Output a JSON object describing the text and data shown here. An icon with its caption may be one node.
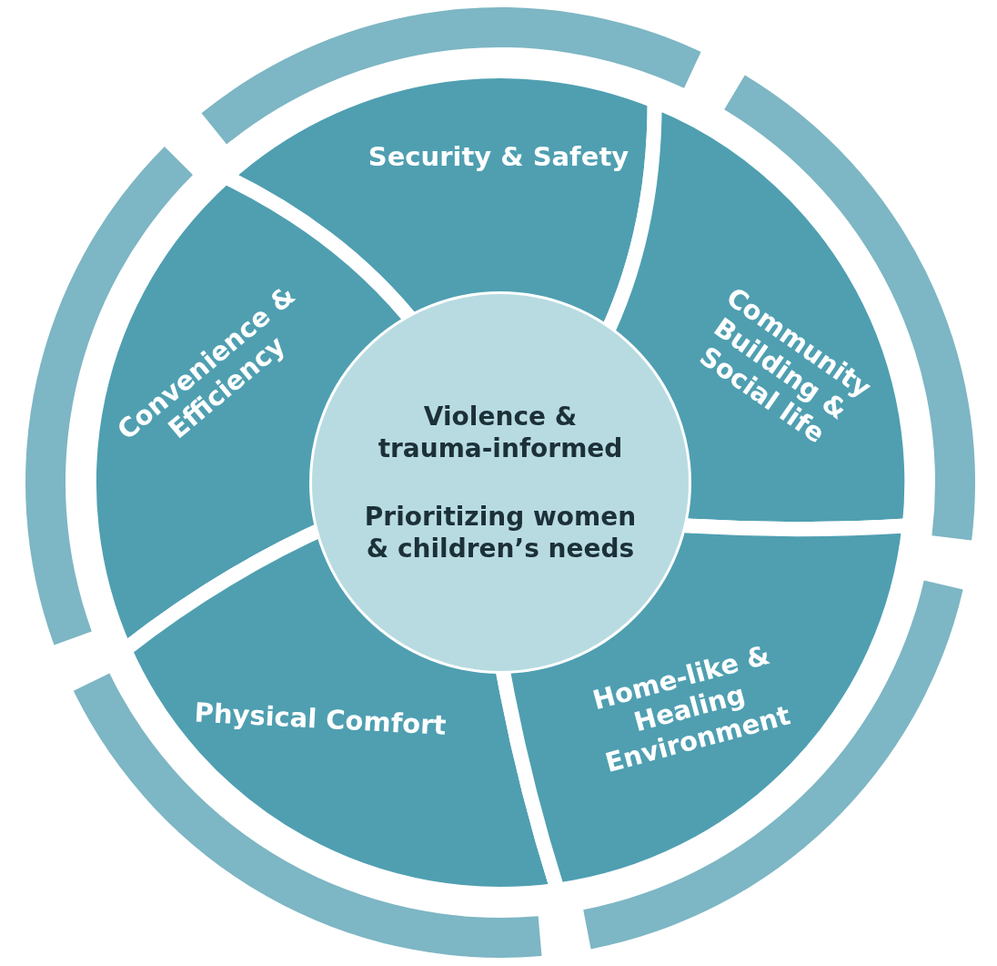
{
  "diagram": {
    "nodes": [
      {
        "text": [
          "Security & Safety"
        ]
      },
      {
        "text": [
          "Convenience & Efficiency"
        ]
      },
      {
        "text": [
          "Community Building & Social life"
        ]
      },
      {
        "text": [
          "Violence & trauma-informed",
          "Prioritizing women & children’s needs"
        ]
      },
      {
        "text": [
          "Physical Comfort"
        ]
      },
      {
        "text": [
          "Home-like & Healing Environment"
        ]
      },
      {
        "text": [],
        "shape": "band"
      },
      {
        "text": [],
        "shape": "band"
      },
      {
        "text": [],
        "shape": "band"
      },
      {
        "text": [],
        "shape": "band"
      },
      {
        "text": [],
        "shape": "band"
      }
    ]
  }
}
